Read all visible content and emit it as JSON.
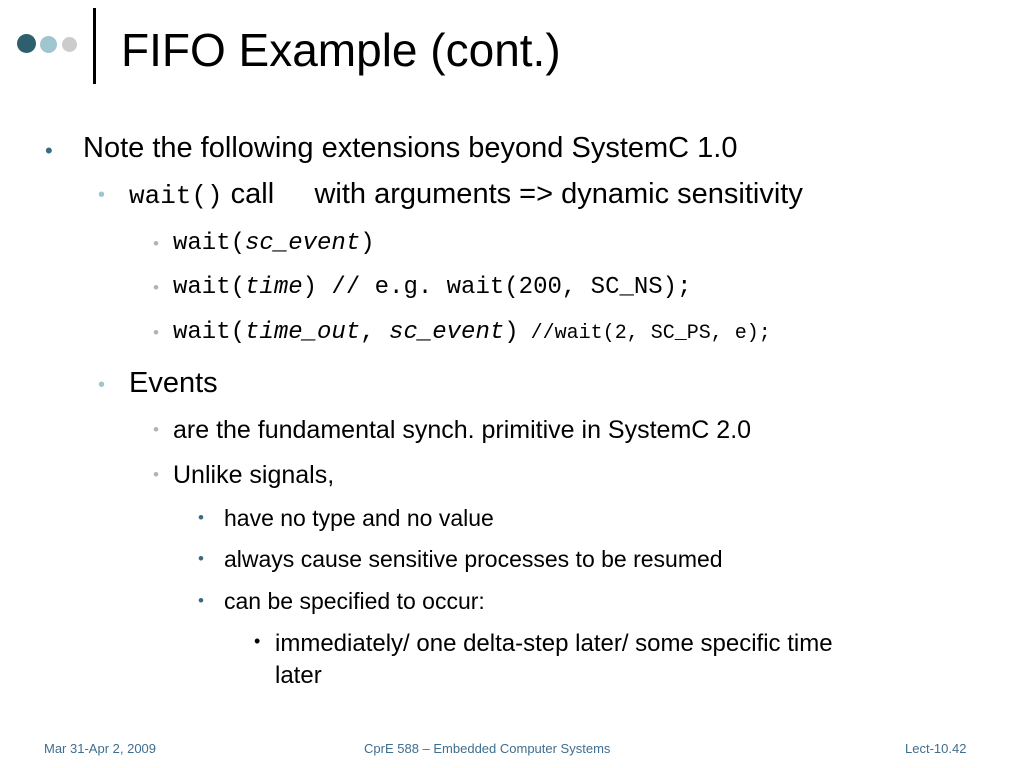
{
  "slide": {
    "title": "FIFO Example (cont.)",
    "l1_note": "Note the following extensions beyond SystemC 1.0",
    "wait_call": {
      "code": "wait()",
      "text": " call     with arguments => dynamic sensitivity"
    },
    "wait_items": [
      {
        "pre": "wait(",
        "arg": "sc_event",
        "post": ")"
      },
      {
        "pre": "wait(",
        "arg": "time",
        "post": ") // e.g. wait(200, SC_NS);"
      },
      {
        "pre": "wait(",
        "arg1": "time_out",
        "sep": ", ",
        "arg2": "sc_event",
        "post": ")",
        "comment": " //wait(2, SC_PS, e);"
      }
    ],
    "events": {
      "label": "Events",
      "items": [
        "are the fundamental synch. primitive in SystemC 2.0",
        "Unlike signals,"
      ],
      "unlike_items": [
        "have no type and no value",
        "always cause sensitive processes to be resumed",
        "can be specified to occur:"
      ],
      "occur_line1": "immediately/ one delta-step later/ some specific time",
      "occur_line2": "later"
    }
  },
  "footer": {
    "date": "Mar 31-Apr 2, 2009",
    "course": "CprE 588 – Embedded Computer Systems",
    "lecture": "Lect-10.42"
  },
  "colors": {
    "bullet_l1": "#3a6b82",
    "bullet_l2": "#9fc6cf",
    "bullet_l3": "#b3b3b3",
    "bullet_l4": "#3a6b82",
    "footer": "#3f6e8e",
    "dot_dark": "#2e5f6e",
    "dot_light": "#9fc6cf",
    "dot_gray": "#cccccc"
  },
  "icons": {
    "bullet": "round-bullet"
  }
}
